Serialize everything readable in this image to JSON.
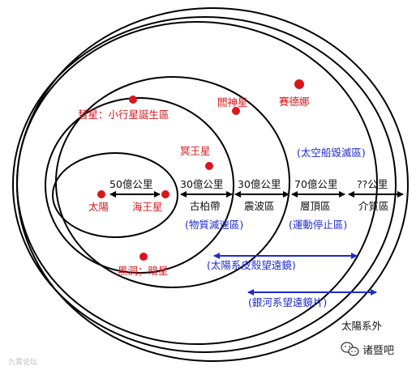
{
  "colors": {
    "planet": "#d9161d",
    "label_red": "#d9161d",
    "label_black": "#111111",
    "label_blue": "#1d2ad0"
  },
  "labels": {
    "comet": "彗星：小行星誕生區",
    "uranus": "閻神星",
    "sedna": "賽德娜",
    "pluto": "冥王星",
    "sun": "太陽",
    "neptune": "海王星",
    "black_hole": "黑洞；暗星",
    "dist_1": "50億公里",
    "dist_2": "30億公里",
    "dist_3": "30億公里",
    "dist_4": "70億公里",
    "dist_5": "??公里",
    "zone_kuiper": "古柏帶",
    "zone_shock": "震波區",
    "zone_heliopause": "層頂區",
    "zone_medium": "介質區",
    "zone_deceleration": "(物質減速區)",
    "zone_stop": "(運動停止區)",
    "zone_ship_destroyed": "(太空船毀滅區)",
    "telescope_solar": "(太陽系皮殼望遠鏡)",
    "telescope_galaxy": "(銀河系望遠鏡片)",
    "outside": "太陽系外",
    "watermark": "九霄论坛",
    "brand": "诸暨吧"
  },
  "icons": [
    "wechat-icon"
  ]
}
